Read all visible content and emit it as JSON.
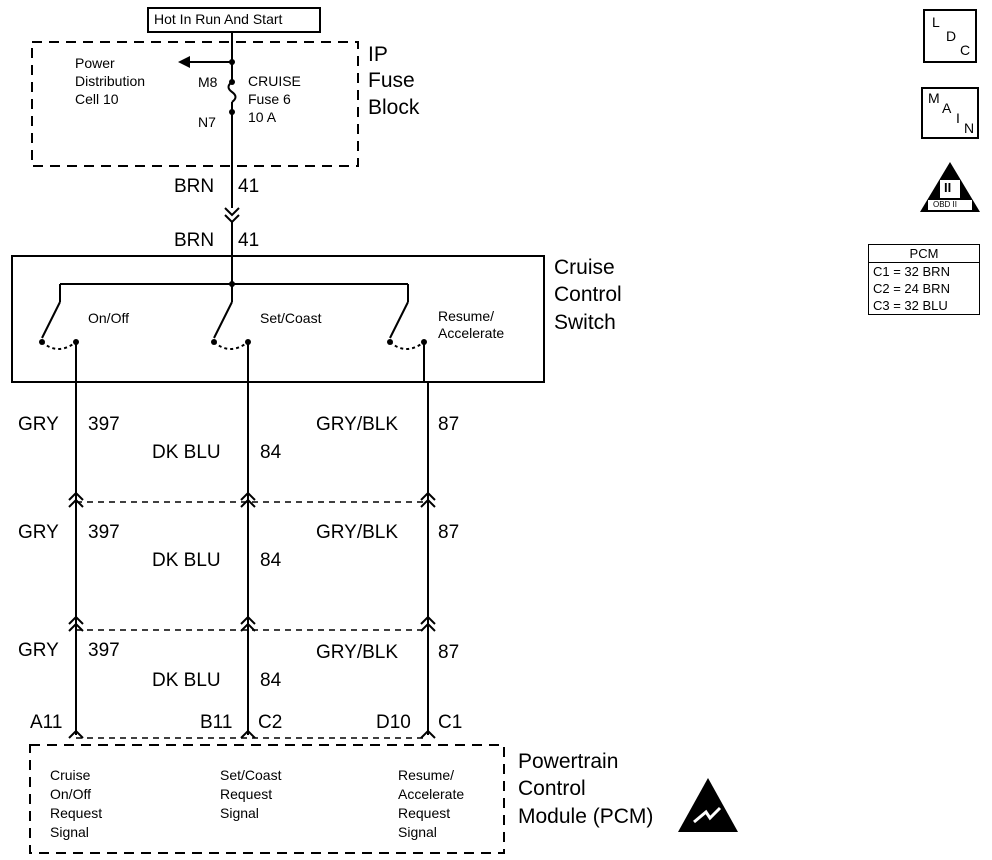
{
  "header_label": "Hot In Run And Start",
  "fuse_block": {
    "name": "IP\nFuse\nBlock",
    "power_cell": "Power\nDistribution\nCell 10",
    "pin_top": "M8",
    "pin_bottom": "N7",
    "fuse_label": "CRUISE\nFuse 6\n10 A"
  },
  "wire_feed": {
    "color": "BRN",
    "circuit": "41"
  },
  "switch": {
    "name": "Cruise\nControl\nSwitch",
    "contacts": [
      "On/Off",
      "Set/Coast",
      "Resume/\nAccelerate"
    ]
  },
  "wires": [
    {
      "color": "GRY",
      "circuit": "397"
    },
    {
      "color": "DK BLU",
      "circuit": "84"
    },
    {
      "color": "GRY/BLK",
      "circuit": "87"
    }
  ],
  "pcm_pins": {
    "left": "A11",
    "middle": "B11",
    "middle_conn": "C2",
    "right": "D10",
    "right_conn": "C1"
  },
  "pcm": {
    "name": "Powertrain\nControl\nModule (PCM)",
    "signals": [
      "Cruise\nOn/Off\nRequest\nSignal",
      "Set/Coast\nRequest\nSignal",
      "Resume/\nAccelerate\nRequest\nSignal"
    ]
  },
  "side_icons": {
    "ldc": [
      "L",
      "D",
      "C"
    ],
    "main": [
      "M",
      "A",
      "I",
      "N"
    ],
    "obd_numeral": "II",
    "obd_label": "OBD II"
  },
  "pcm_connectors": {
    "title": "PCM",
    "rows": [
      "C1 = 32 BRN",
      "C2 = 24 BRN",
      "C3 = 32 BLU"
    ]
  }
}
